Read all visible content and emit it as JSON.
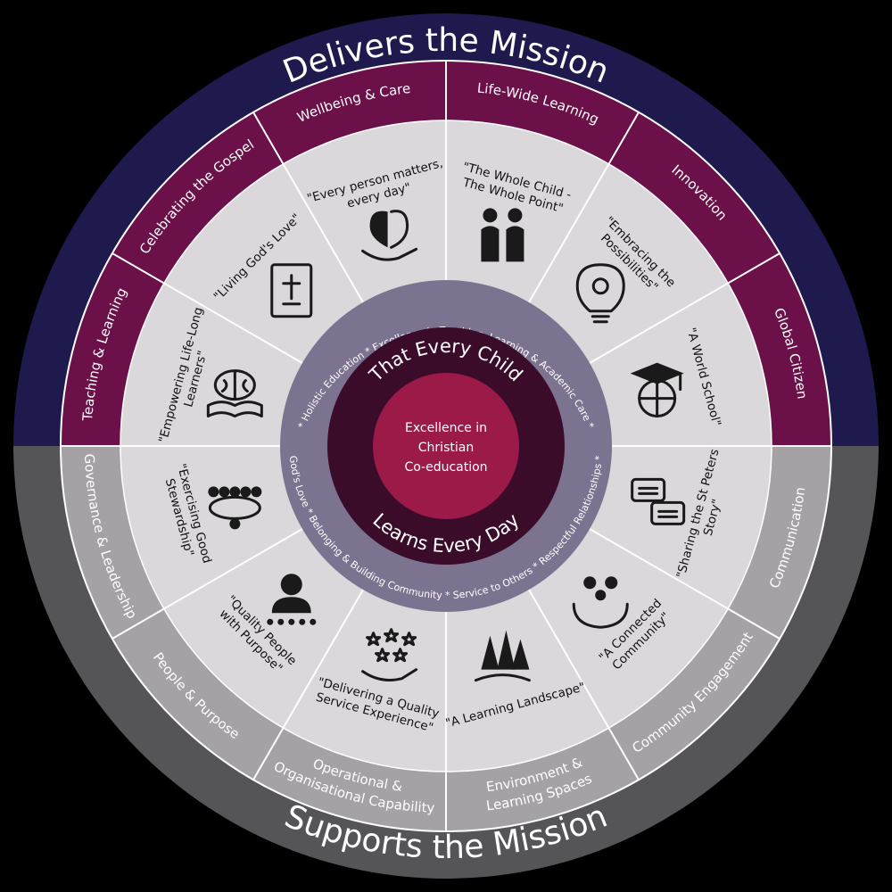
{
  "titles": {
    "top": "Delivers the Mission",
    "bottom": "Supports the Mission"
  },
  "core": {
    "top_arc": "That Every Child",
    "bottom_arc": "Learns Every Day",
    "center_lines": [
      "Excellence in",
      "Christian",
      "Co-education"
    ]
  },
  "values_ring": {
    "top": "* Holistic Education * Excellence in Teaching, Learning & Academic Care *",
    "bottom": "God's Love * Belonging & Building Community * Service to Others * Respectful Relationships *"
  },
  "segments": [
    {
      "band": [
        "Teaching & Learning"
      ],
      "quote": [
        "\"Empowering Life-Long",
        "Learners\""
      ],
      "icon": "brain-book-icon",
      "group": "delivers"
    },
    {
      "band": [
        "Celebrating the Gospel"
      ],
      "quote": [
        "\"Living God's Love\""
      ],
      "icon": "bible-icon",
      "group": "delivers"
    },
    {
      "band": [
        "Wellbeing & Care"
      ],
      "quote": [
        "\"Every person matters,",
        "every day\""
      ],
      "icon": "heart-brain-hand-icon",
      "group": "delivers"
    },
    {
      "band": [
        "Life-Wide Learning"
      ],
      "quote": [
        "\"The Whole Child -",
        "The Whole Point\""
      ],
      "icon": "children-icon",
      "group": "delivers"
    },
    {
      "band": [
        "Innovation"
      ],
      "quote": [
        "\"Embracing the",
        "Possibilities\""
      ],
      "icon": "lightbulb-gear-icon",
      "group": "delivers"
    },
    {
      "band": [
        "Global Citizen"
      ],
      "quote": [
        "\"A World School\""
      ],
      "icon": "graduation-globe-icon",
      "group": "delivers"
    },
    {
      "band": [
        "Communication"
      ],
      "quote": [
        "\"Sharing the St Peters",
        "Story\""
      ],
      "icon": "speech-bubbles-icon",
      "group": "supports"
    },
    {
      "band": [
        "Community Engagement"
      ],
      "quote": [
        "\"A Connected",
        "Community\""
      ],
      "icon": "family-hands-icon",
      "group": "supports"
    },
    {
      "band": [
        "Environment &",
        "Learning Spaces"
      ],
      "quote": [
        "\"A Learning Landscape\""
      ],
      "icon": "trees-abc-icon",
      "group": "supports"
    },
    {
      "band": [
        "Operational &",
        "Organisational Capability"
      ],
      "quote": [
        "\"Delivering a Quality",
        "Service Experience\""
      ],
      "icon": "stars-hand-icon",
      "group": "supports"
    },
    {
      "band": [
        "People & Purpose"
      ],
      "quote": [
        "\"Quality People",
        "with Purpose\""
      ],
      "icon": "person-rating-icon",
      "group": "supports"
    },
    {
      "band": [
        "Governance & Leadership"
      ],
      "quote": [
        "\"Exercising Good",
        "Stewardship\""
      ],
      "icon": "team-meeting-icon",
      "group": "supports"
    }
  ],
  "colors": {
    "delivers_outer": "#1e1a4e",
    "supports_outer": "#555457",
    "delivers_band": "#6b1048",
    "supports_band": "#a5a2a6",
    "wedge": "#dad8da",
    "values_ring": "#7c7391",
    "core_ring": "#3b0b2a",
    "center": "#9b1a48"
  }
}
